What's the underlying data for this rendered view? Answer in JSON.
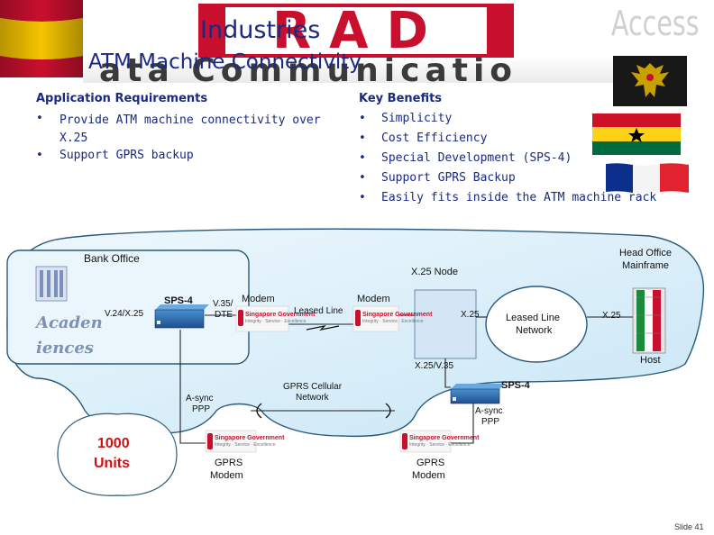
{
  "header": {
    "title_line1": "Industries",
    "title_line2": "ATM Machine Connectivity",
    "logo_text": "RAD",
    "access_text": "Access",
    "banner_text": "ata Communicatio"
  },
  "requirements": {
    "heading": "Application Requirements",
    "items": [
      "Provide ATM machine connectivity over X.25",
      "Support GPRS backup"
    ]
  },
  "benefits": {
    "heading": "Key Benefits",
    "items": [
      "Simplicity",
      "Cost Efficiency",
      "Special Development (SPS-4)",
      "Support GPRS Backup",
      "Easily fits inside the ATM machine rack"
    ]
  },
  "bullet_char": "•",
  "diagram": {
    "bank_office": "Bank Office",
    "head_office": "Head Office Mainframe",
    "x25_node": "X.25 Node",
    "v24_x25": "V.24/X.25",
    "sps4_left": "SPS-4",
    "v35_dte_1": "V.35/",
    "v35_dte_2": "DTE",
    "modem_left": "Modem",
    "leased_line": "Leased Line",
    "modem_right": "Modem",
    "x25_right": "X.25",
    "leased_line_network_1": "Leased Line",
    "leased_line_network_2": "Network",
    "x25_host": "X.25",
    "host": "Host",
    "x25_v35": "X.25/V.35",
    "sps4_right": "SPS-4",
    "async_left_1": "A-sync",
    "async_left_2": "PPP",
    "async_right_1": "A-sync",
    "async_right_2": "PPP",
    "gprs_network_1": "GPRS Cellular",
    "gprs_network_2": "Network",
    "gprs_modem_left_1": "GPRS",
    "gprs_modem_left_2": "Modem",
    "gprs_modem_right_1": "GPRS",
    "gprs_modem_right_2": "Modem",
    "units_1": "1000",
    "units_2": "Units",
    "academy_1": "Acaden",
    "academy_2": "iences",
    "modem_brand_1": "Singapore Government",
    "modem_brand_2": "Integrity · Service · Excellence"
  },
  "footer": {
    "slide_label": "Slide 41"
  },
  "colors": {
    "heading": "#1a2a80",
    "cloud": "#d9eef9",
    "box": "#d4e6f5",
    "units_text": "#d01010"
  }
}
